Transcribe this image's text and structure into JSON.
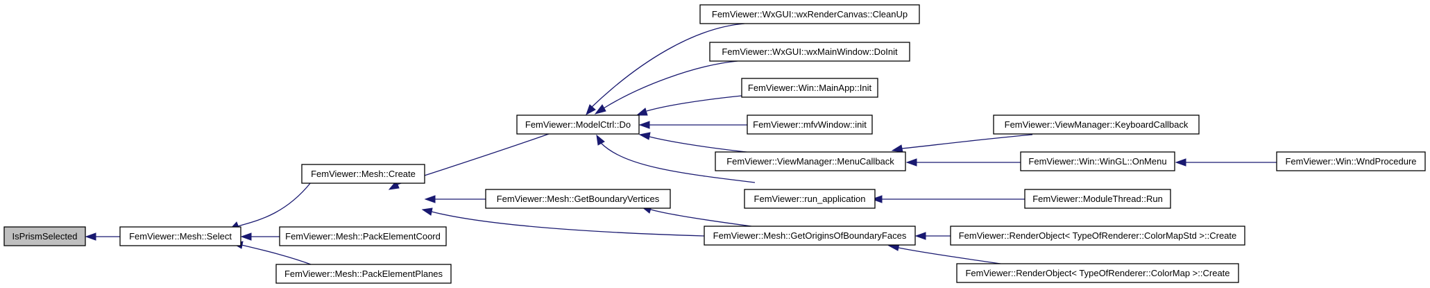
{
  "graph": {
    "nodes": {
      "is_prism_selected": "IsPrismSelected",
      "mesh_select": "FemViewer::Mesh::Select",
      "mesh_create": "FemViewer::Mesh::Create",
      "pack_element_coord": "FemViewer::Mesh::PackElementCoord",
      "pack_element_planes": "FemViewer::Mesh::PackElementPlanes",
      "model_ctrl_do": "FemViewer::ModelCtrl::Do",
      "get_boundary_vertices": "FemViewer::Mesh::GetBoundaryVertices",
      "get_origins_of_boundary_faces": "FemViewer::Mesh::GetOriginsOfBoundaryFaces",
      "render_canvas_cleanup": "FemViewer::WxGUI::wxRenderCanvas::CleanUp",
      "main_window_doinit": "FemViewer::WxGUI::wxMainWindow::DoInit",
      "main_app_init": "FemViewer::Win::MainApp::Init",
      "mfv_window_init": "FemViewer::mfvWindow::init",
      "menu_callback": "FemViewer::ViewManager::MenuCallback",
      "run_application": "FemViewer::run_application",
      "keyboard_callback": "FemViewer::ViewManager::KeyboardCallback",
      "wingl_onmenu": "FemViewer::Win::WinGL::OnMenu",
      "module_thread_run": "FemViewer::ModuleThread::Run",
      "render_object_colormapstd": "FemViewer::RenderObject< TypeOfRenderer::ColorMapStd >::Create",
      "render_object_colormap": "FemViewer::RenderObject< TypeOfRenderer::ColorMap >::Create",
      "wnd_procedure": "FemViewer::Win::WndProcedure"
    },
    "colors": {
      "edge": "#191970",
      "root_fill": "#bfbfbf",
      "node_fill": "#ffffff",
      "node_stroke": "#000000"
    }
  }
}
